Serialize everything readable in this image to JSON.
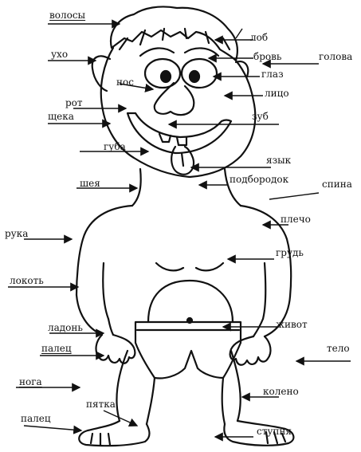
{
  "colors": {
    "ink": "#111111",
    "background": "#ffffff"
  },
  "labels": {
    "volosy": "волосы",
    "lob": "лоб",
    "brov": "бровь",
    "golova": "голова",
    "ukho": "ухо",
    "glaz": "глаз",
    "nos": "нос",
    "litso": "лицо",
    "rot": "рот",
    "shcheka": "щека",
    "zub": "зуб",
    "guba": "губа",
    "yazyk": "язык",
    "podborodok": "подбородок",
    "sheya": "шея",
    "spina": "спина",
    "plecho": "плечо",
    "ruka": "рука",
    "grud": "грудь",
    "lokot": "локоть",
    "ladon": "ладонь",
    "zhivot": "живот",
    "palets_hand": "палец",
    "telo": "тело",
    "noga": "нога",
    "koleno": "колено",
    "pyatka": "пятка",
    "palets_foot": "палец",
    "stupnya": "ступня"
  }
}
